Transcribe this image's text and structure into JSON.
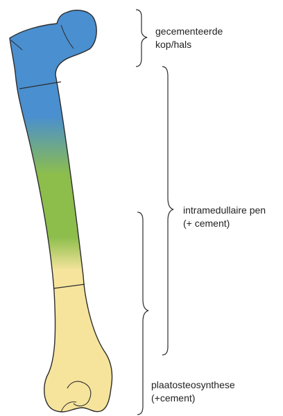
{
  "labels": {
    "head_neck": {
      "line1": "gecementeerde",
      "line2": "kop/hals"
    },
    "nail": {
      "line1": "intramedullaire pen",
      "line2": "(+ cement)"
    },
    "plate": {
      "line1": "plaatosteosynthese",
      "line2": "(+cement)"
    }
  },
  "colors": {
    "blue": "#4a8fcf",
    "green": "#8dbe4c",
    "yellow": "#f6e49d",
    "outline": "#2b2b2b"
  }
}
